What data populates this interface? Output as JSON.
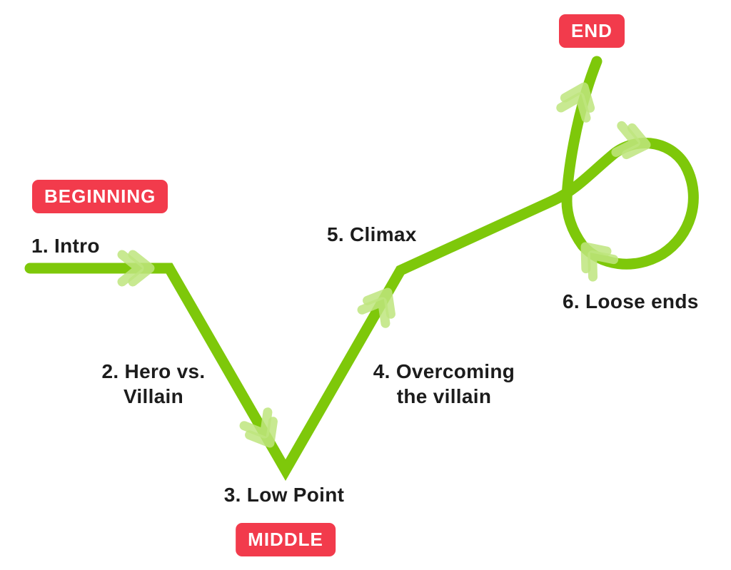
{
  "badges": {
    "beginning": "BEGINNING",
    "middle": "MIDDLE",
    "end": "END"
  },
  "steps": {
    "intro": "1. Intro",
    "hero_vs_villain": [
      "2. Hero vs.",
      "Villain"
    ],
    "low_point": "3. Low Point",
    "overcoming": [
      "4. Overcoming",
      "the villain"
    ],
    "climax": "5. Climax",
    "loose_ends": "6. Loose ends"
  },
  "colors": {
    "line": "#7ec80a",
    "arrow": "#bee57e",
    "badge_background": "#f23b4c",
    "badge_text": "#ffffff",
    "label_text": "#1c1c1c",
    "background": "#ffffff"
  }
}
